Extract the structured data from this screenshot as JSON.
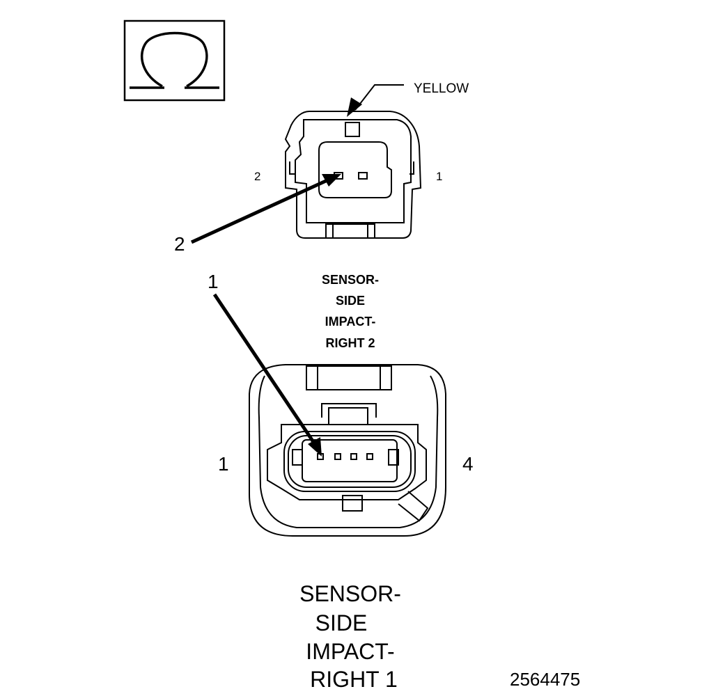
{
  "ohm_symbol": {
    "glyph": "ohm-icon"
  },
  "top_connector": {
    "color_callout": "YELLOW",
    "pin_left_label": "2",
    "pin_right_label": "1",
    "callout_label": "2",
    "title_lines": [
      "SENSOR-",
      "SIDE",
      "IMPACT-",
      "RIGHT 2"
    ]
  },
  "bottom_connector": {
    "callout_label": "1",
    "pin_left_label": "1",
    "pin_right_label": "4",
    "title_lines": [
      "SENSOR-",
      "SIDE",
      "IMPACT-",
      "RIGHT 1"
    ]
  },
  "figure_number": "2564475",
  "colors": {
    "line": "#000000",
    "background": "#ffffff"
  }
}
